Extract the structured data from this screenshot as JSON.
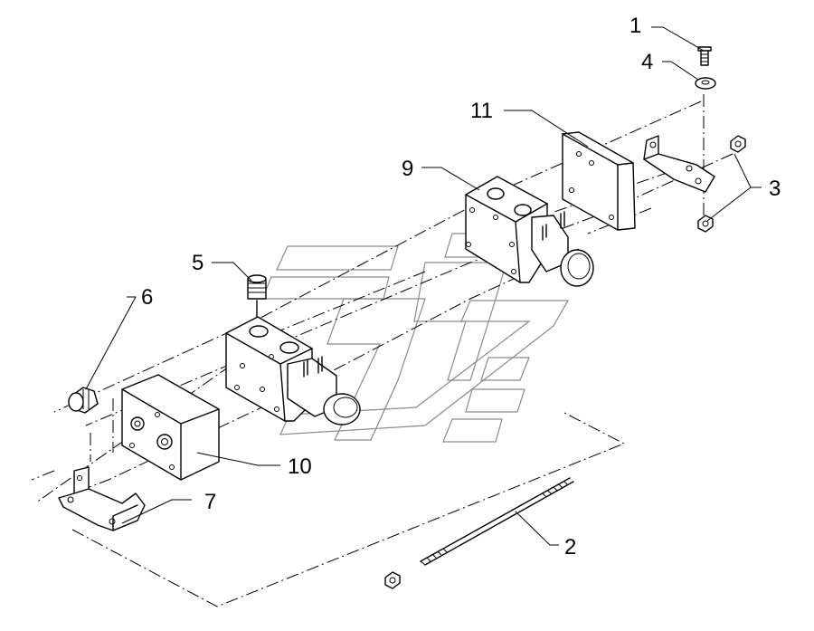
{
  "diagram": {
    "callouts": [
      {
        "id": "c1",
        "label": "1"
      },
      {
        "id": "c2",
        "label": "2"
      },
      {
        "id": "c3",
        "label": "3"
      },
      {
        "id": "c4",
        "label": "4"
      },
      {
        "id": "c5",
        "label": "5"
      },
      {
        "id": "c6",
        "label": "6"
      },
      {
        "id": "c7",
        "label": "7"
      },
      {
        "id": "c9",
        "label": "9"
      },
      {
        "id": "c10",
        "label": "10"
      },
      {
        "id": "c11",
        "label": "11"
      }
    ]
  }
}
